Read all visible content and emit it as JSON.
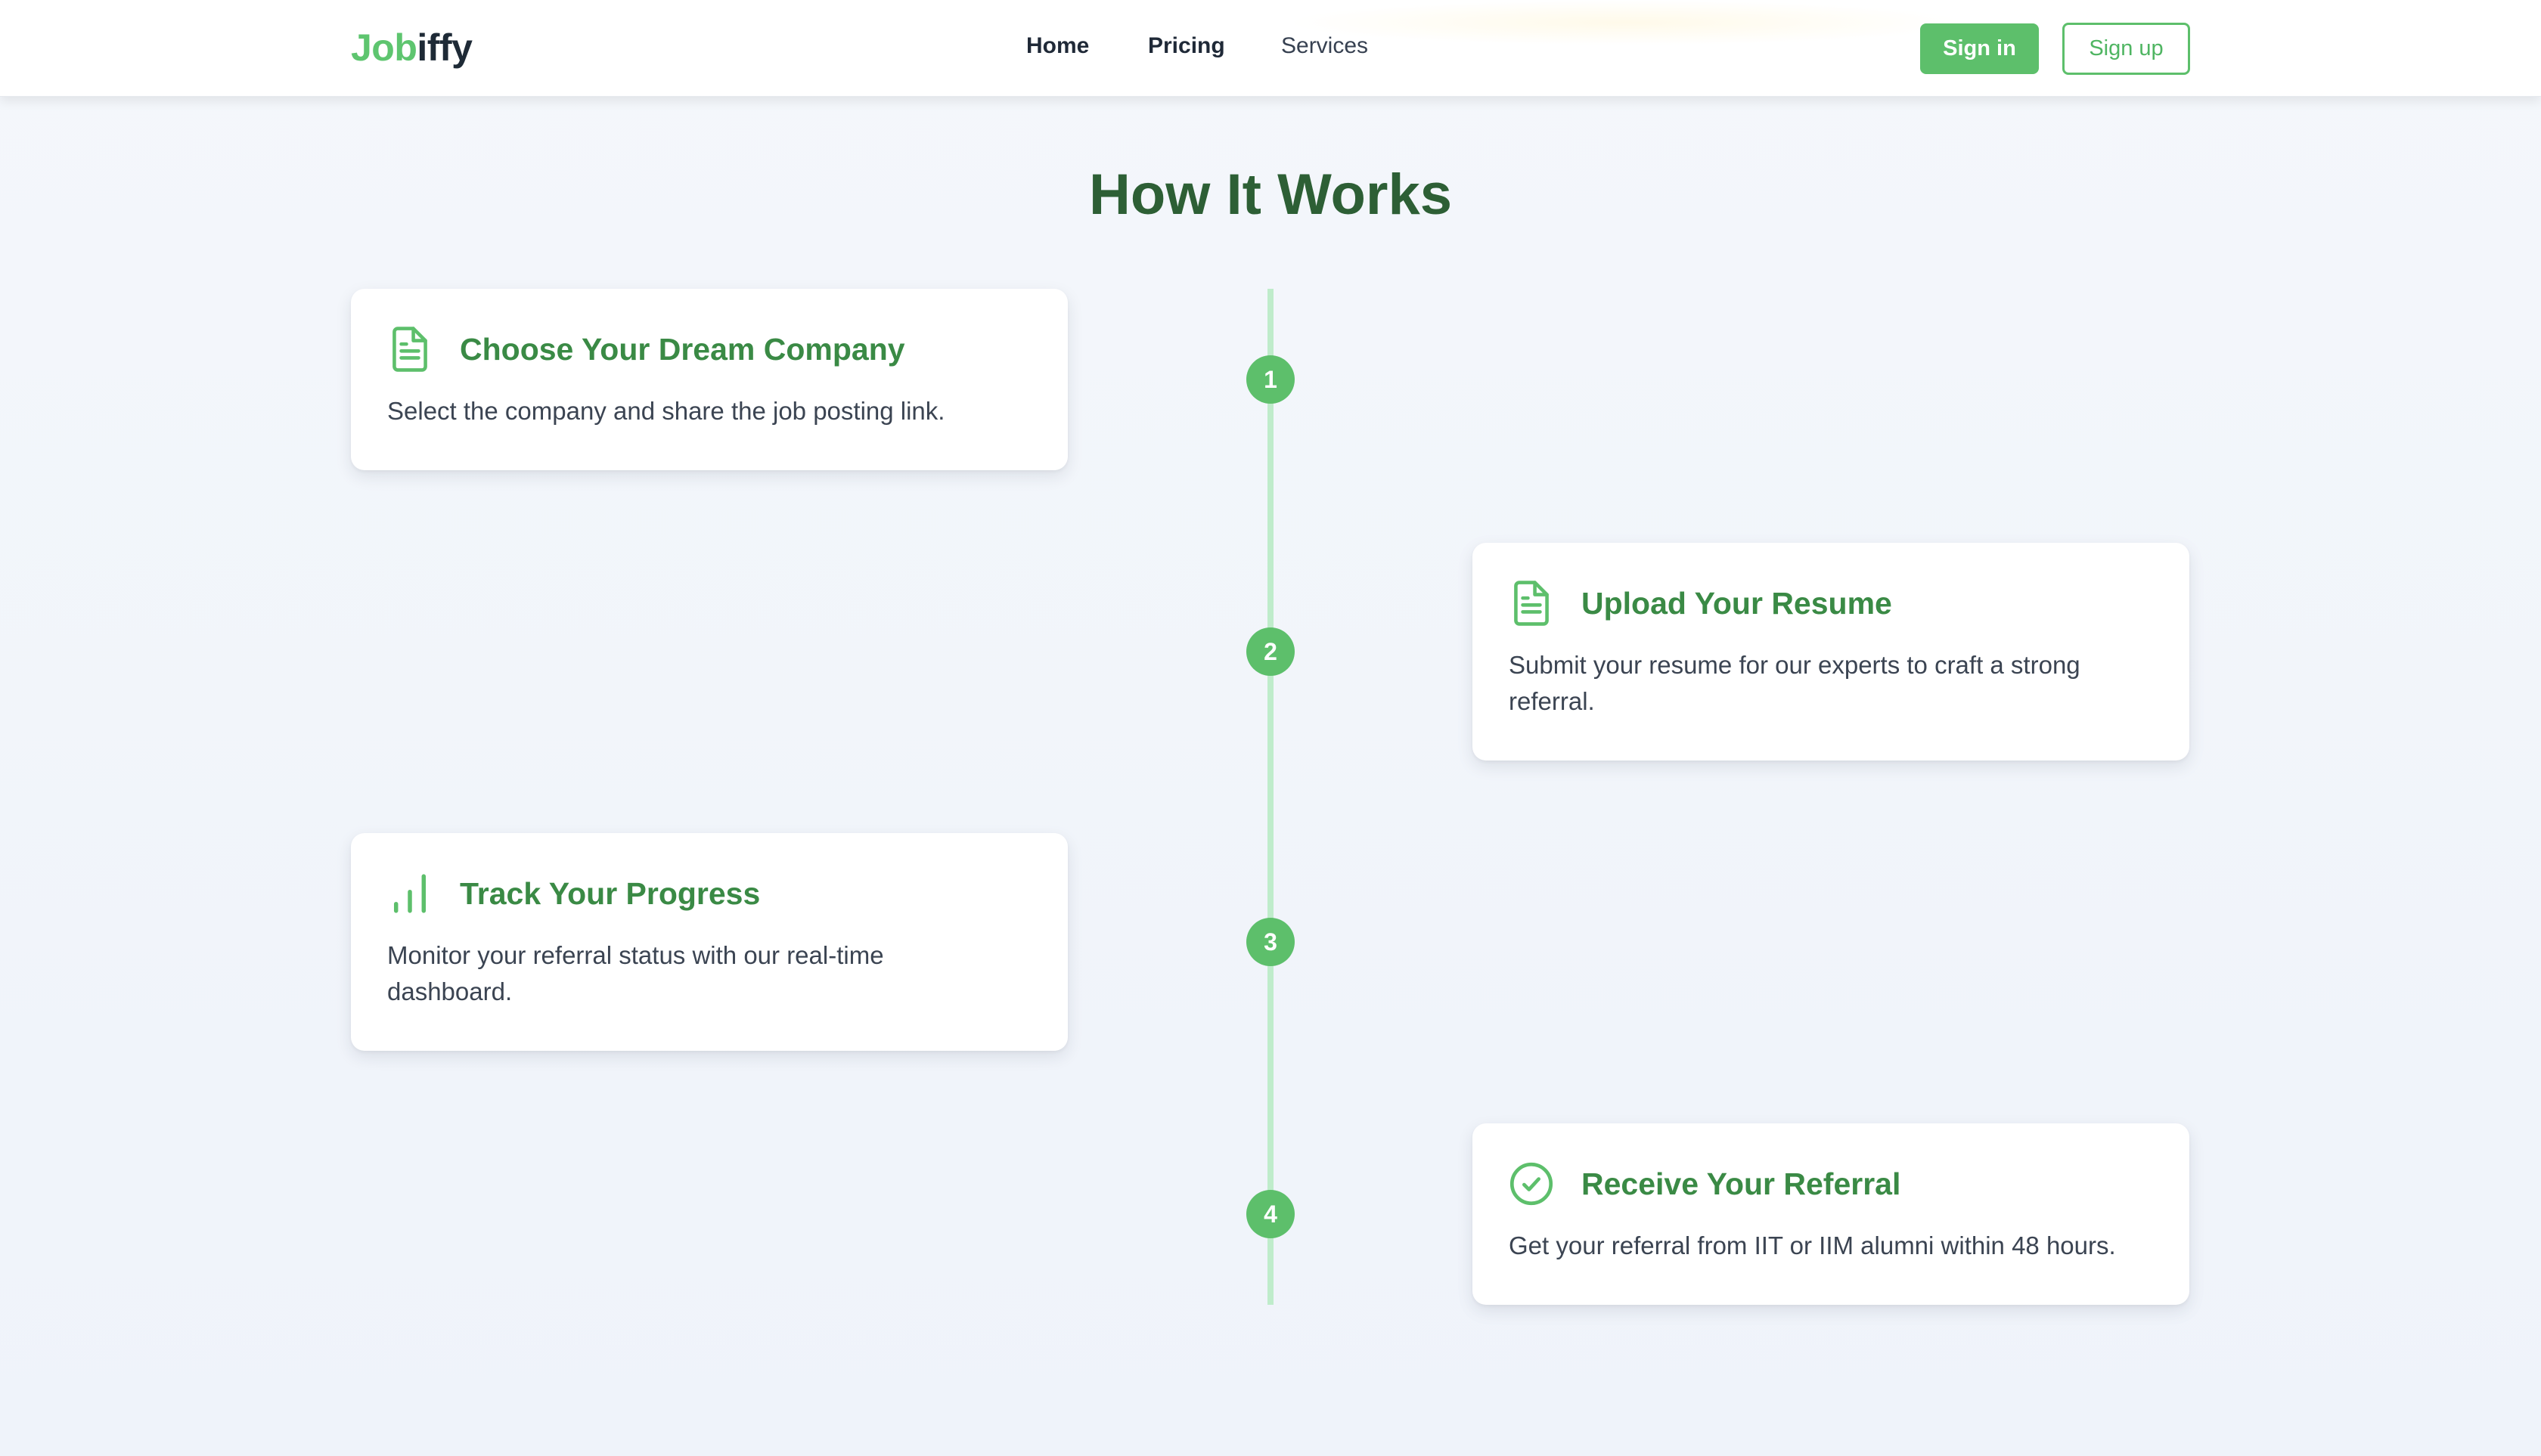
{
  "header": {
    "logo_part1": "Job",
    "logo_part2": "iffy",
    "nav": [
      {
        "label": "Home"
      },
      {
        "label": "Pricing"
      },
      {
        "label": "Services"
      }
    ],
    "signin_label": "Sign in",
    "signup_label": "Sign up"
  },
  "section": {
    "title": "How It Works",
    "steps": [
      {
        "number": "1",
        "icon": "document-icon",
        "title": "Choose Your Dream Company",
        "description": "Select the company and share the job posting link."
      },
      {
        "number": "2",
        "icon": "document-icon",
        "title": "Upload Your Resume",
        "description": "Submit your resume for our experts to craft a strong referral."
      },
      {
        "number": "3",
        "icon": "bar-chart-icon",
        "title": "Track Your Progress",
        "description": "Monitor your referral status with our real-time dashboard."
      },
      {
        "number": "4",
        "icon": "check-circle-icon",
        "title": "Receive Your Referral",
        "description": "Get your referral from IIT or IIM alumni within 48 hours."
      }
    ]
  },
  "colors": {
    "accent": "#5dbf6b",
    "title": "#2d5f35",
    "card_title": "#3a8a45",
    "timeline": "#bfeccb"
  }
}
